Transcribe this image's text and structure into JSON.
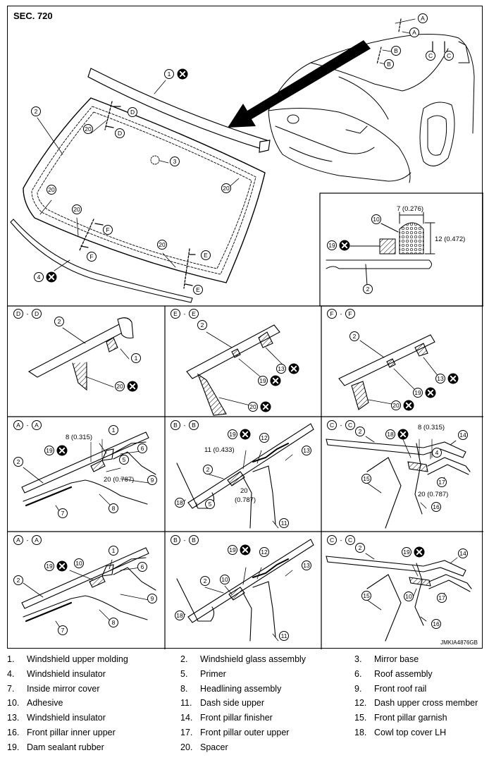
{
  "section_title": "SEC. 720",
  "figure_code": "JMKIA4876GB",
  "callouts": {
    "n1": "1",
    "n2": "2",
    "n3": "3",
    "n4": "4",
    "n5": "5",
    "n6": "6",
    "n7": "7",
    "n8": "8",
    "n9": "9",
    "n10": "10",
    "n11": "11",
    "n12": "12",
    "n13": "13",
    "n14": "14",
    "n15": "15",
    "n16": "16",
    "n17": "17",
    "n18": "18",
    "n19": "19",
    "n20": "20"
  },
  "section_letters": {
    "A": "A",
    "B": "B",
    "C": "C",
    "D": "D",
    "E": "E",
    "F": "F"
  },
  "dimensions": {
    "adhesive_width": "7 (0.276)",
    "adhesive_height": "12 (0.472)",
    "aa_width": "8 (0.315)",
    "aa_depth": "20 (0.787)",
    "bb_width": "11 (0.433)",
    "bb_depth_a": "20",
    "bb_depth_b": "(0.787)",
    "cc_width": "8 (0.315)",
    "cc_depth": "20 (0.787)"
  },
  "legend": [
    [
      {
        "num": "1.",
        "text": "Windshield upper molding"
      },
      {
        "num": "2.",
        "text": "Windshield glass assembly"
      },
      {
        "num": "3.",
        "text": "Mirror base"
      }
    ],
    [
      {
        "num": "4.",
        "text": "Windshield insulator"
      },
      {
        "num": "5.",
        "text": "Primer"
      },
      {
        "num": "6.",
        "text": "Roof assembly"
      }
    ],
    [
      {
        "num": "7.",
        "text": "Inside mirror cover"
      },
      {
        "num": "8.",
        "text": "Headlining assembly"
      },
      {
        "num": "9.",
        "text": "Front roof rail"
      }
    ],
    [
      {
        "num": "10.",
        "text": "Adhesive"
      },
      {
        "num": "11.",
        "text": "Dash side upper"
      },
      {
        "num": "12.",
        "text": "Dash upper cross member"
      }
    ],
    [
      {
        "num": "13.",
        "text": "Windshield insulator"
      },
      {
        "num": "14.",
        "text": "Front pillar finisher"
      },
      {
        "num": "15.",
        "text": "Front pillar garnish"
      }
    ],
    [
      {
        "num": "16.",
        "text": "Front pillar inner upper"
      },
      {
        "num": "17.",
        "text": "Front pillar outer upper"
      },
      {
        "num": "18.",
        "text": "Cowl top cover LH"
      }
    ],
    [
      {
        "num": "19.",
        "text": "Dam sealant rubber"
      },
      {
        "num": "20.",
        "text": "Spacer"
      },
      {
        "num": "",
        "text": ""
      }
    ]
  ]
}
